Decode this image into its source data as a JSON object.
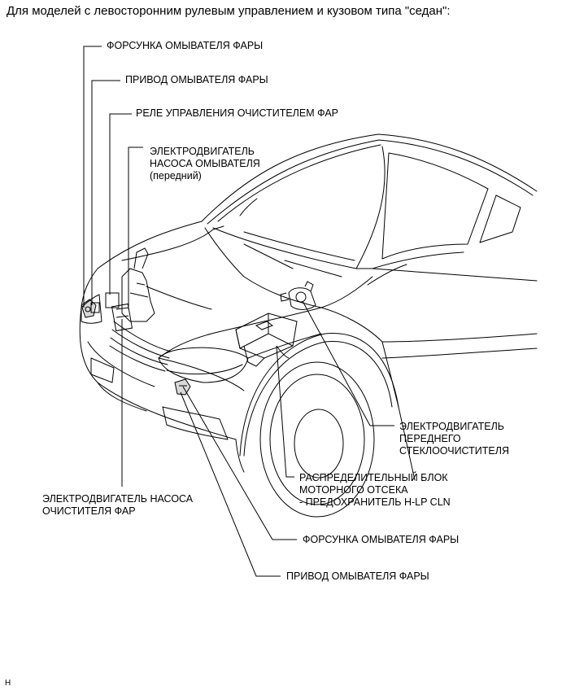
{
  "header": "Для моделей с левосторонним рулевым управлением и кузовом типа \"седан\":",
  "labels": {
    "washer_nozzle_top": "ФОРСУНКА ОМЫВАТЕЛЯ ФАРЫ",
    "washer_actuator_top": "ПРИВОД ОМЫВАТЕЛЯ ФАРЫ",
    "cleaner_relay": "РЕЛЕ УПРАВЛЕНИЯ ОЧИСТИТЕЛЕМ ФАР",
    "washer_pump_front_1": "ЭЛЕКТРОДВИГАТЕЛЬ",
    "washer_pump_front_2": "НАСОСА ОМЫВАТЕЛЯ",
    "washer_pump_front_3": "(передний)",
    "wiper_motor_1": "ЭЛЕКТРОДВИГАТЕЛЬ",
    "wiper_motor_2": "ПЕРЕДНЕГО",
    "wiper_motor_3": "СТЕКЛООЧИСТИТЕЛЯ",
    "junction_block_1": "РАСПРЕДЕЛИТЕЛЬНЫЙ БЛОК",
    "junction_block_2": "МОТОРНОГО ОТСЕКА",
    "junction_block_3": "- ПРЕДОХРАНИТЕЛЬ H-LP CLN",
    "cleaner_pump_1": "ЭЛЕКТРОДВИГАТЕЛЬ НАСОСА",
    "cleaner_pump_2": "ОЧИСТИТЕЛЯ ФАР",
    "washer_nozzle_bottom": "ФОРСУНКА ОМЫВАТЕЛЯ ФАРЫ",
    "washer_actuator_bottom": "ПРИВОД ОМЫВАТЕЛЯ ФАРЫ"
  },
  "footer": "H"
}
